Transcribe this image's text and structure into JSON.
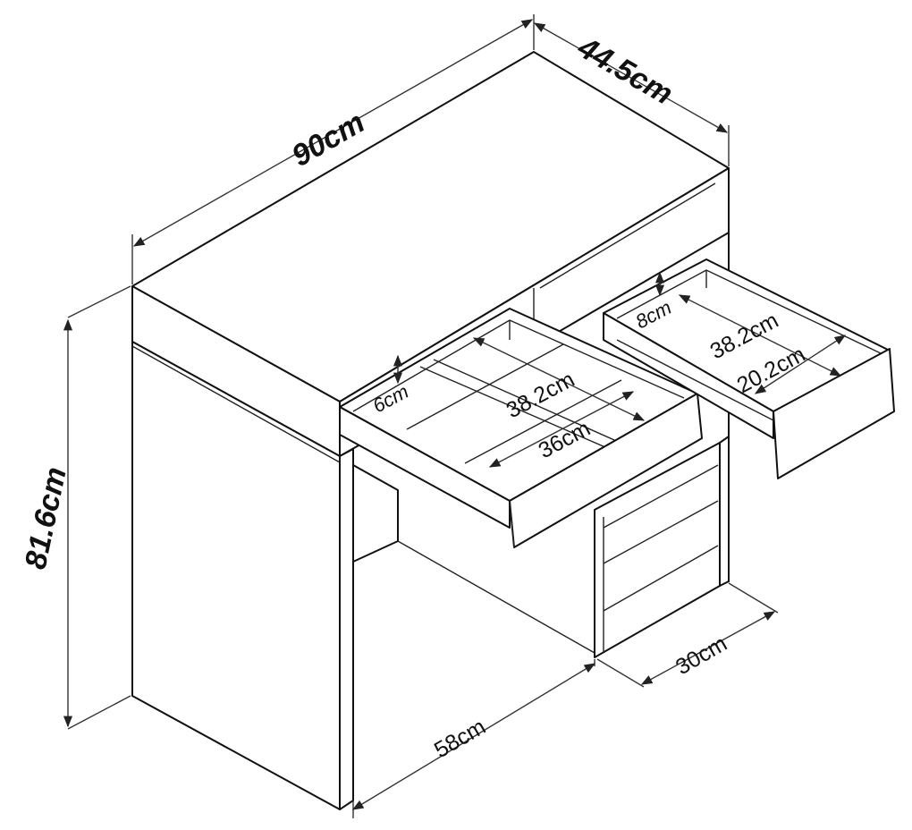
{
  "dimensions": {
    "width": "90cm",
    "depth": "44.5cm",
    "height": "81.6cm",
    "knee_space_width": "58cm",
    "cabinet_width": "30cm",
    "left_drawer_inner_height": "6cm",
    "left_drawer_inner_depth": "38.2cm",
    "left_drawer_inner_width": "36cm",
    "right_drawer_inner_height": "8cm",
    "right_drawer_inner_depth": "38.2cm",
    "right_drawer_inner_width": "20.2cm"
  },
  "colors": {
    "line": "#111111",
    "background": "#ffffff"
  }
}
